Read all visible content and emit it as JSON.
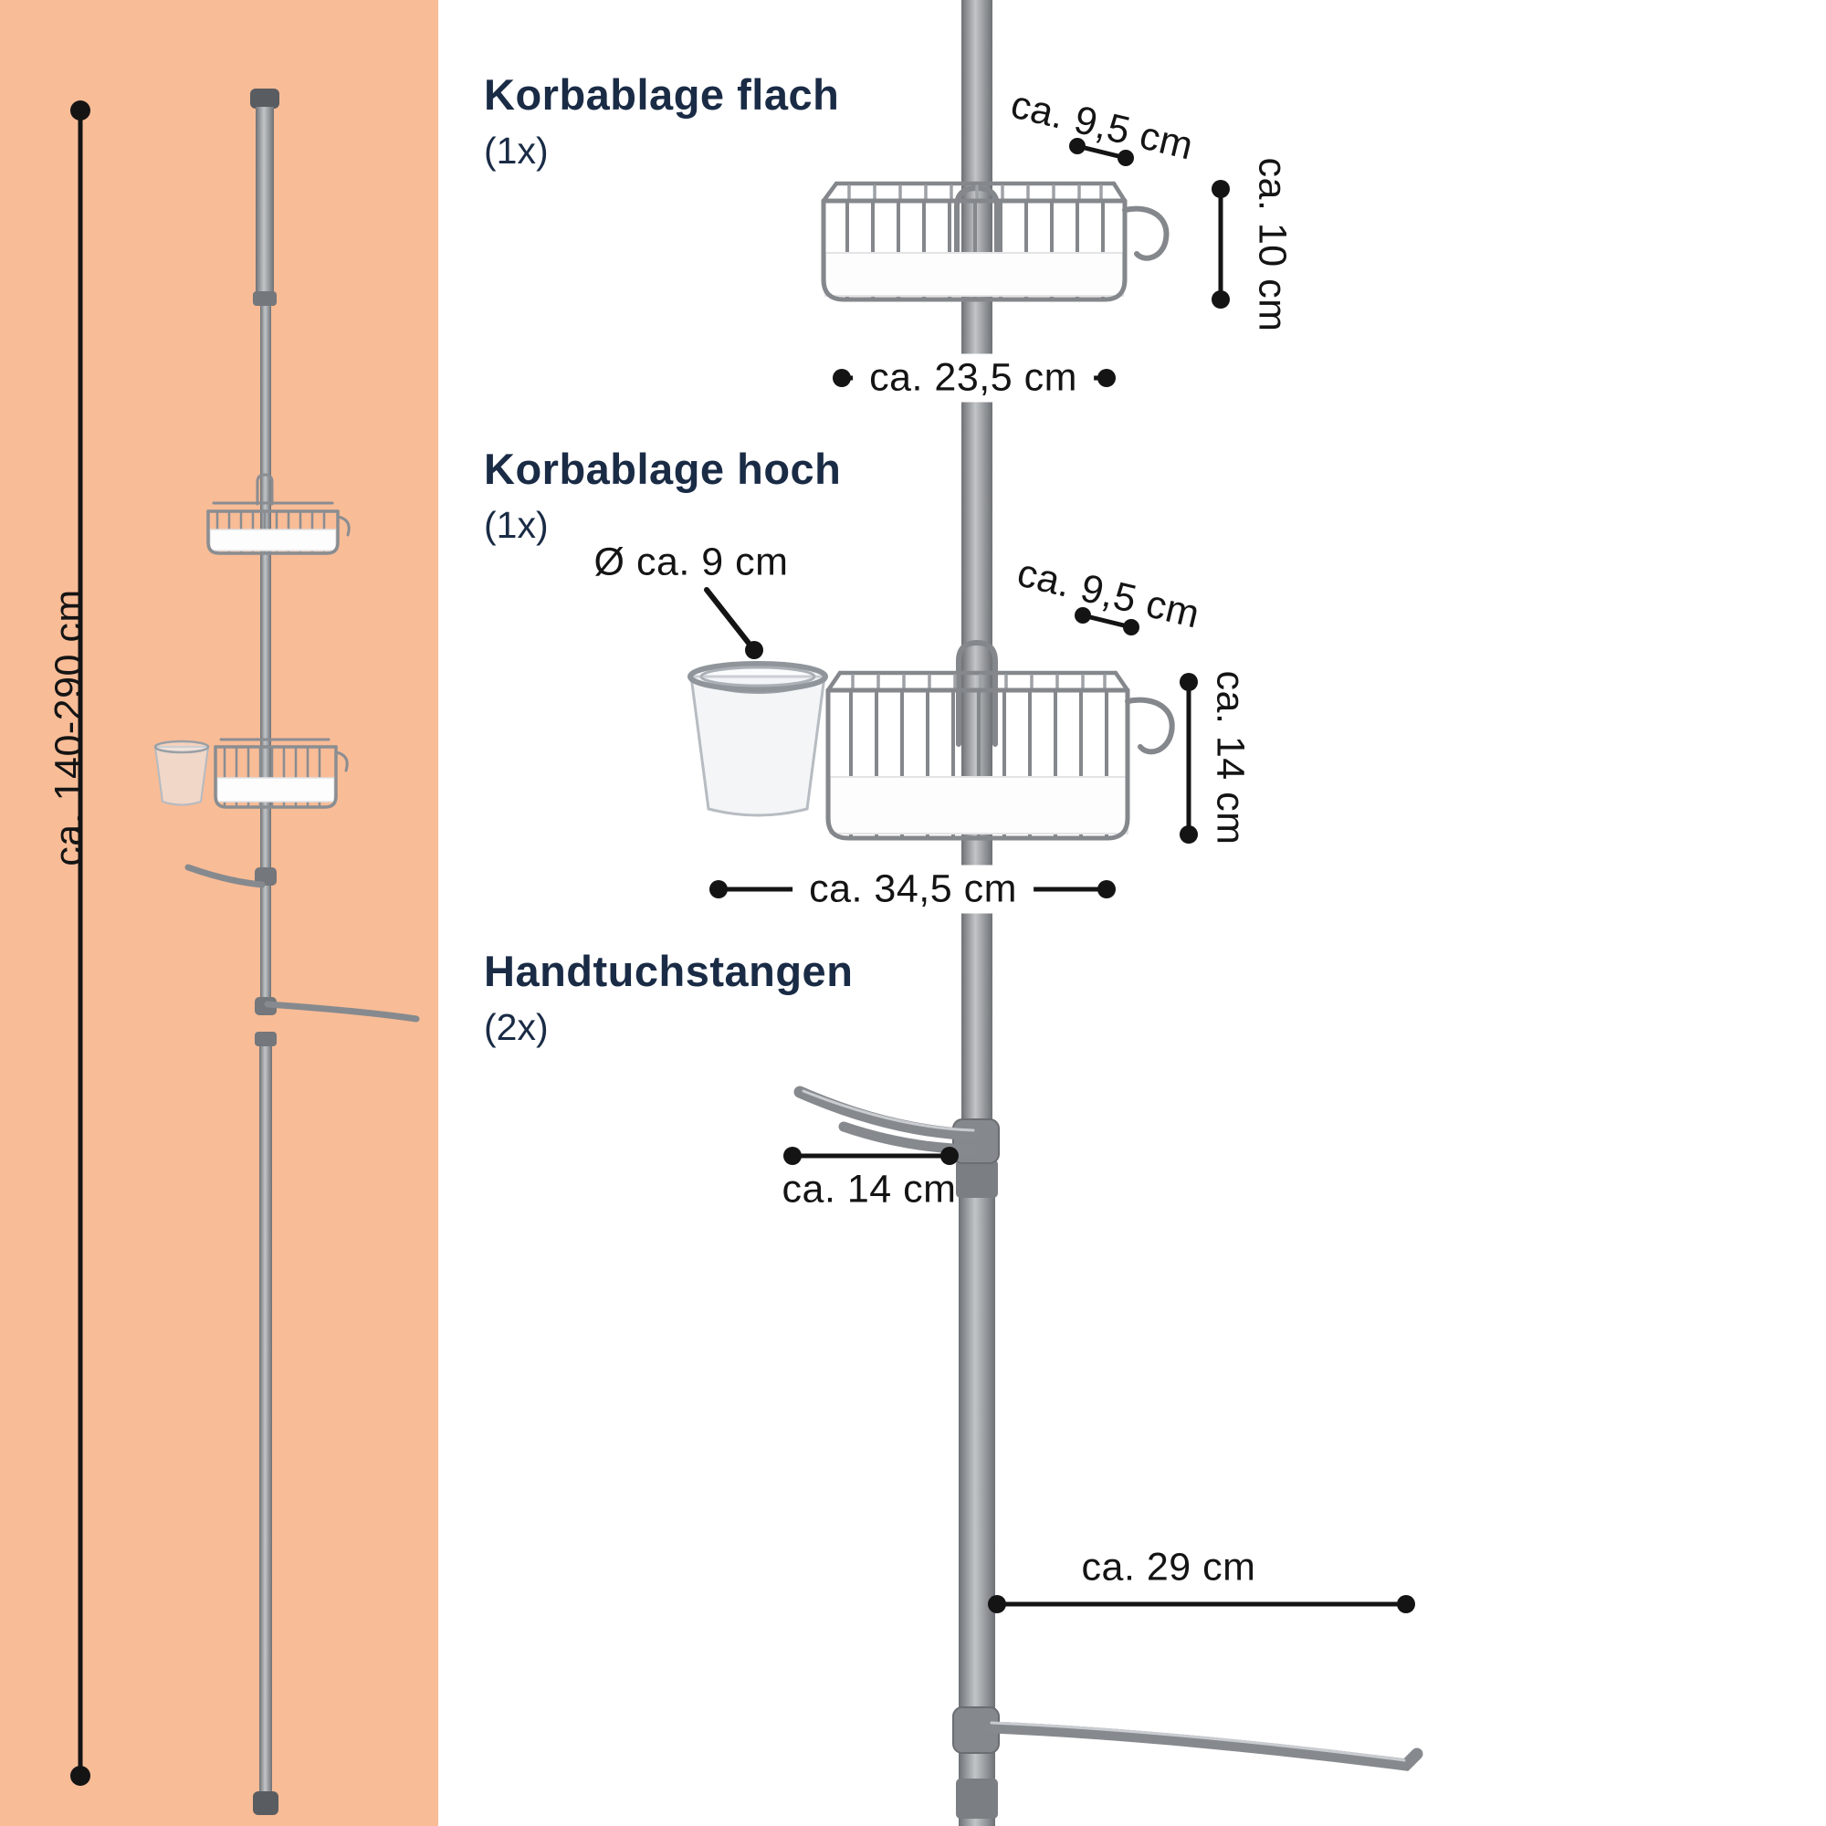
{
  "page": {
    "background_left": "#f8bc97",
    "background_right": "#ffffff",
    "heading_color": "#1a2b45",
    "dimension_color": "#141414",
    "pole_color": "#8c8f93"
  },
  "overview": {
    "height_range_label": "ca. 140-290 cm"
  },
  "sections": [
    {
      "title": "Korbablage flach",
      "count": "(1x)"
    },
    {
      "title": "Korbablage hoch",
      "count": "(1x)"
    },
    {
      "title": "Handtuchstangen",
      "count": "(2x)"
    }
  ],
  "dimensions": {
    "flat_basket_depth": "ca. 9,5 cm",
    "flat_basket_height": "ca. 10 cm",
    "flat_basket_width": "ca. 23,5 cm",
    "cup_diameter": "Ø ca. 9 cm",
    "tall_basket_depth": "ca. 9,5 cm",
    "tall_basket_height": "ca. 14 cm",
    "tall_basket_width": "ca. 34,5 cm",
    "towel_bar_short_length": "ca. 14 cm",
    "towel_bar_long_length": "ca. 29 cm"
  }
}
